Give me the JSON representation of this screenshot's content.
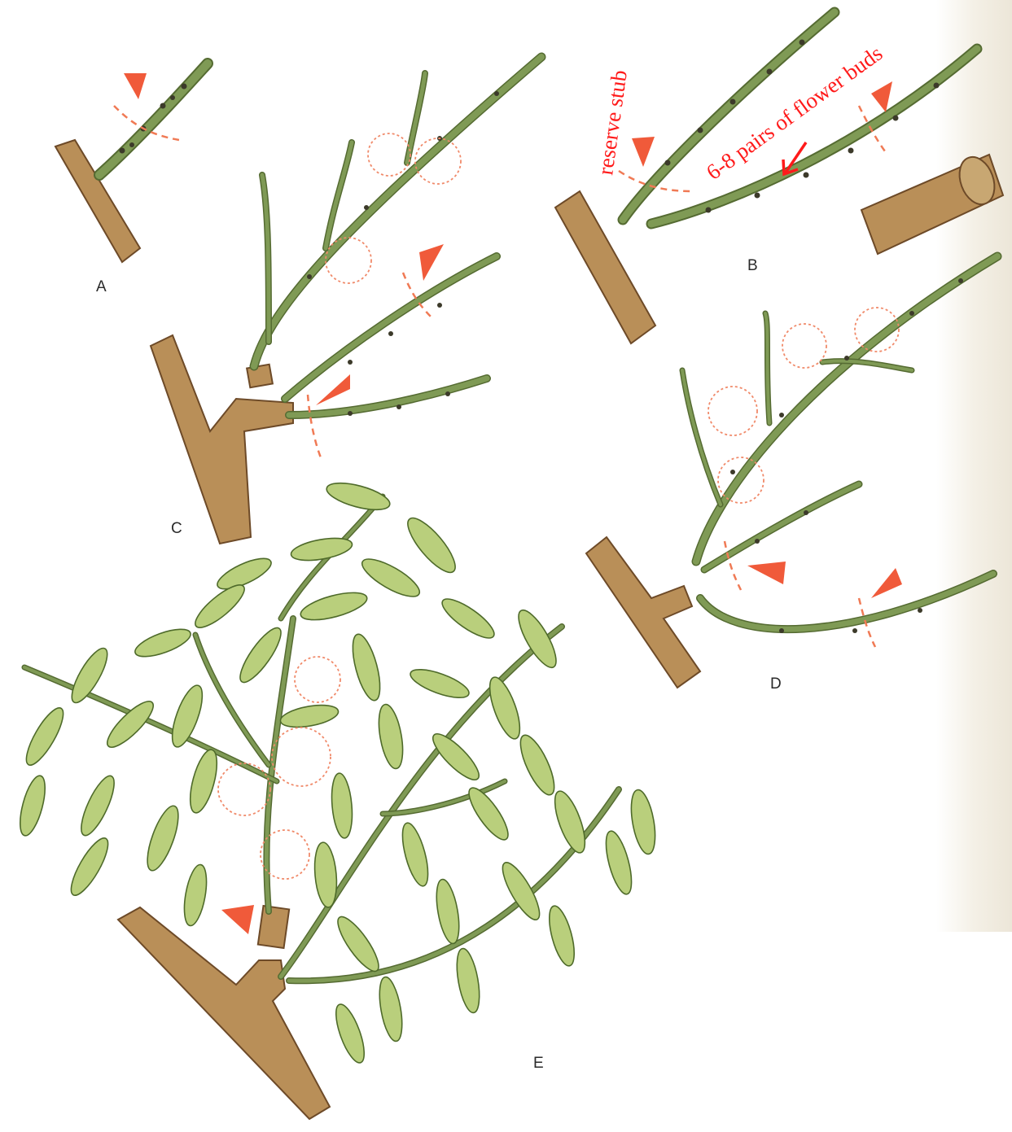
{
  "figure": {
    "panel_labels": {
      "a": "A",
      "b": "B",
      "c": "C",
      "d": "D",
      "e": "E"
    },
    "annotations": {
      "reserve_stub": "reserve stub",
      "flower_buds": "6-8 pairs of flower buds"
    },
    "colors": {
      "annotation_text": "#ff1a1a",
      "cut_marker": "#f05a3a",
      "bark": "#b98f58",
      "twig": "#7f9a55",
      "leaf": "#b9cf7c"
    }
  }
}
